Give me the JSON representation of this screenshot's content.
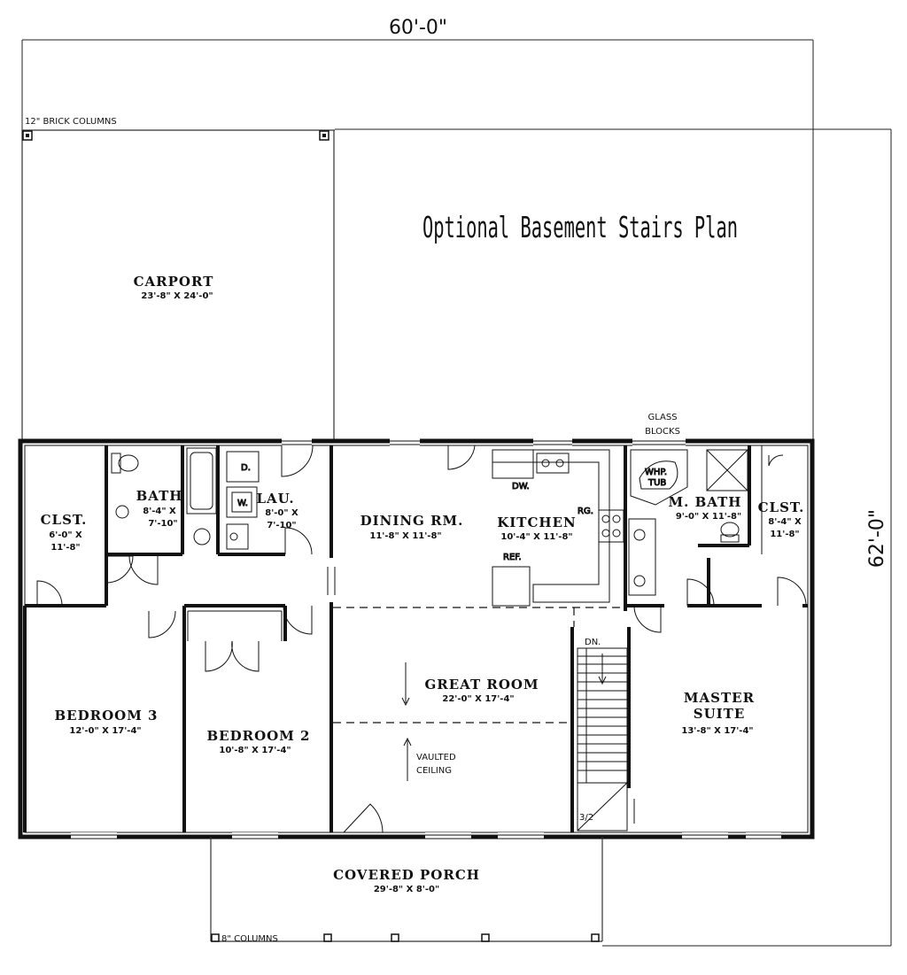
{
  "dimensions": {
    "width": "60'-0\"",
    "depth": "62'-0\""
  },
  "notes": {
    "brick_columns": "12\" BRICK COLUMNS",
    "porch_columns": "8\" COLUMNS",
    "basement_plan": "Optional Basement Stairs Plan",
    "glass_blocks_1": "GLASS",
    "glass_blocks_2": "BLOCKS",
    "vaulted_1": "VAULTED",
    "vaulted_2": "CEILING",
    "stairs_dn": "DN.",
    "stairs_fraction": "3/2"
  },
  "rooms": {
    "carport": {
      "name": "CARPORT",
      "size": "23'-8\" X 24'-0\""
    },
    "clst_left": {
      "name": "CLST.",
      "size_1": "6'-0\" X",
      "size_2": "11'-8\""
    },
    "bath": {
      "name": "BATH",
      "size_1": "8'-4\" X",
      "size_2": "7'-10\""
    },
    "lau": {
      "name": "LAU.",
      "size_1": "8'-0\" X",
      "size_2": "7'-10\""
    },
    "dining": {
      "name": "DINING RM.",
      "size": "11'-8\" X 11'-8\""
    },
    "kitchen": {
      "name": "KITCHEN",
      "size": "10'-4\" X 11'-8\""
    },
    "m_bath": {
      "name": "M. BATH",
      "size": "9'-0\" X 11'-8\""
    },
    "clst_right": {
      "name": "CLST.",
      "size_1": "8'-4\" X",
      "size_2": "11'-8\""
    },
    "bedroom3": {
      "name": "BEDROOM 3",
      "size": "12'-0\" X 17'-4\""
    },
    "bedroom2": {
      "name": "BEDROOM 2",
      "size": "10'-8\" X 17'-4\""
    },
    "great_room": {
      "name": "GREAT ROOM",
      "size": "22'-0\" X 17'-4\""
    },
    "master_suite": {
      "name_1": "MASTER",
      "name_2": "SUITE",
      "size": "13'-8\" X 17'-4\""
    },
    "covered_porch": {
      "name": "COVERED PORCH",
      "size": "29'-8\" X 8'-0\""
    }
  },
  "fixtures": {
    "dryer": "D.",
    "washer": "W.",
    "dishwasher": "DW.",
    "range": "RG.",
    "refrigerator": "REF.",
    "whirlpool_1": "WHP.",
    "whirlpool_2": "TUB"
  }
}
